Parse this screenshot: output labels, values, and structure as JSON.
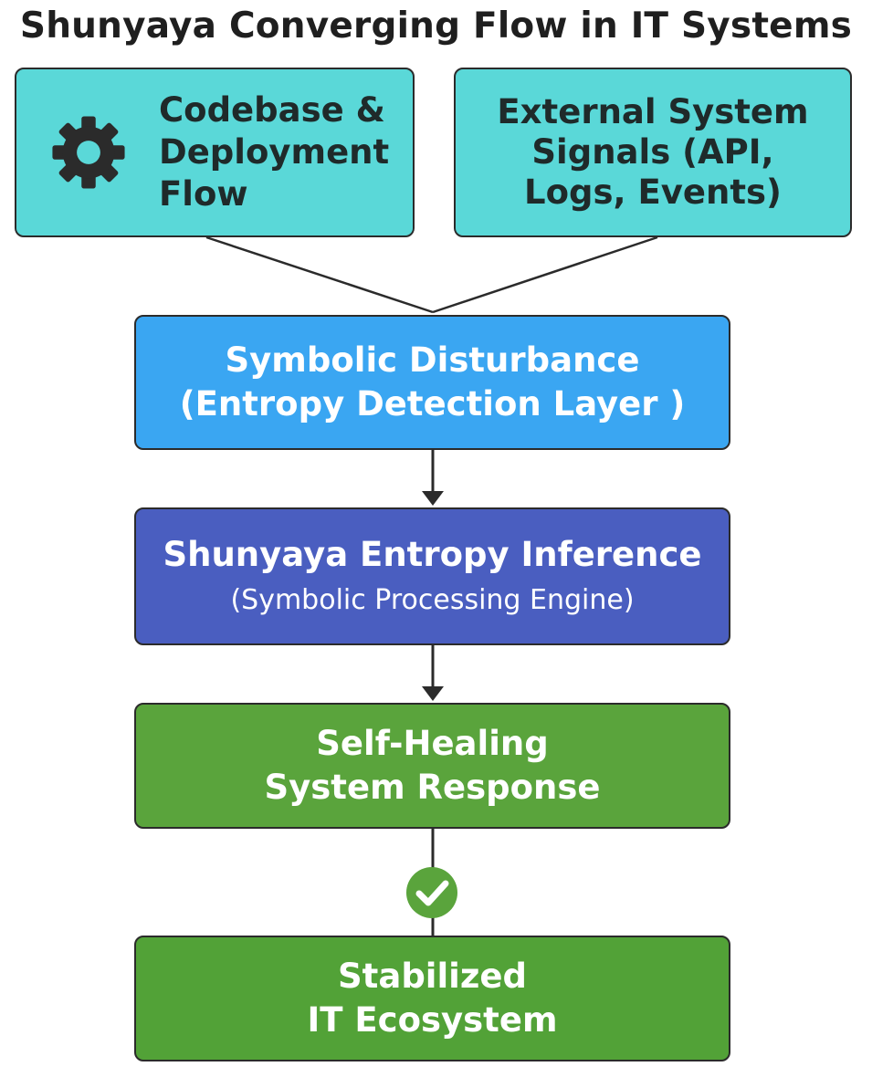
{
  "title": "Shunyaya Converging Flow in IT Systems",
  "nodes": {
    "codebase": {
      "lines": [
        "Codebase &",
        "Deployment",
        "Flow"
      ],
      "icon": "gear-icon",
      "color": "#5ad8d8"
    },
    "external": {
      "lines": [
        "External System",
        "Signals (API,",
        "Logs, Events)"
      ],
      "color": "#5ad8d8"
    },
    "disturbance": {
      "line1": "Symbolic Disturbance",
      "line2": "(Entropy Detection Layer )",
      "color": "#3aa6f2"
    },
    "inference": {
      "line1": "Shunyaya Entropy Inference",
      "line2": "(Symbolic Processing Engine)",
      "color": "#4a5ec0"
    },
    "healing": {
      "line1": "Self-Healing",
      "line2": "System Response",
      "color": "#5aa43c"
    },
    "stabilized": {
      "line1": "Stabilized",
      "line2": "IT Ecosystem",
      "color": "#52a237"
    }
  },
  "connectors": {
    "check_icon": "checkmark-circle-icon",
    "check_color": "#5aa43c"
  }
}
